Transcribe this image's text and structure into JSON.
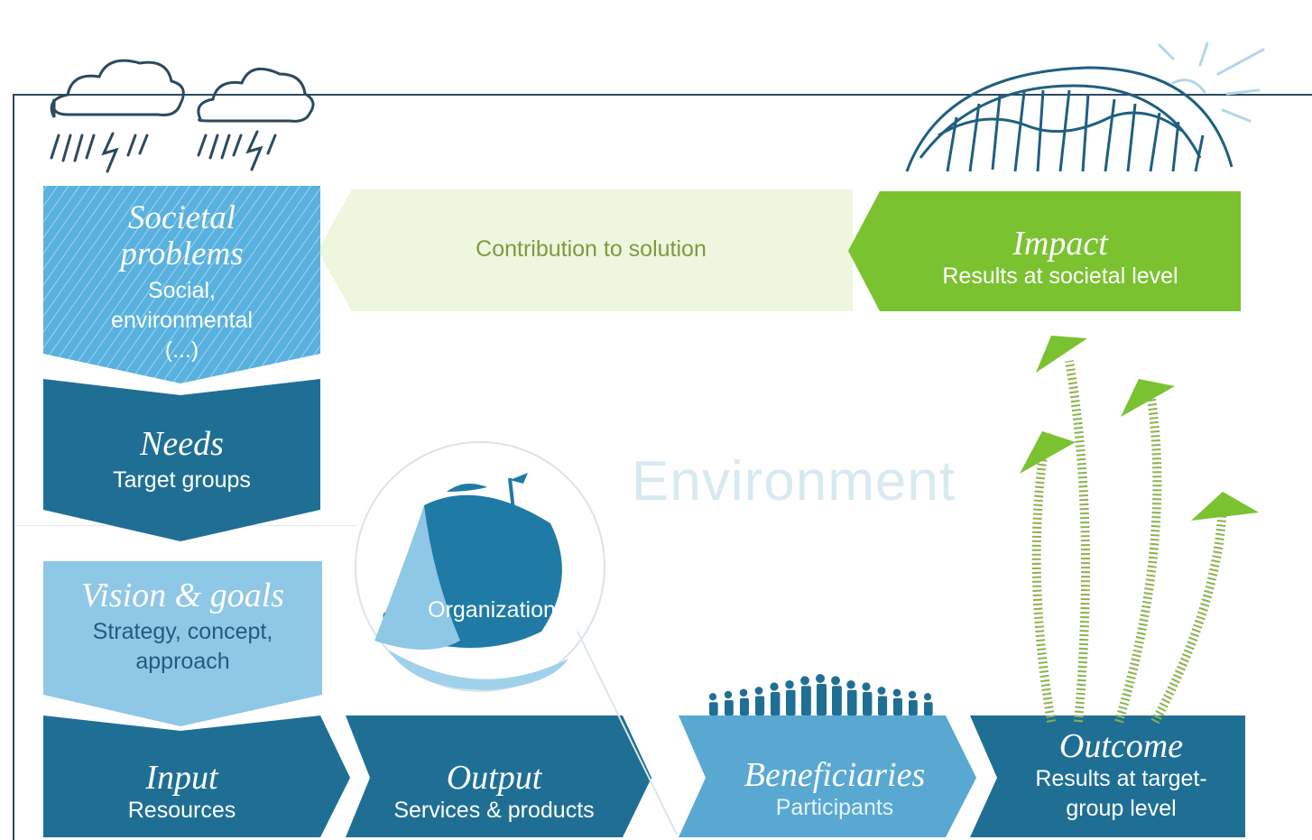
{
  "environment_label": "Environment",
  "contribution_label": "Contribution to solution",
  "organization_label": "Organization",
  "societal_problems": {
    "title": "Societal problems",
    "line1": "Social,",
    "line2": "environmental",
    "line3": "(...)"
  },
  "needs": {
    "title": "Needs",
    "subtitle": "Target groups"
  },
  "vision": {
    "title": "Vision & goals",
    "line1": "Strategy, concept,",
    "line2": "approach"
  },
  "input": {
    "title": "Input",
    "subtitle": "Resources"
  },
  "output": {
    "title": "Output",
    "subtitle": "Services & products"
  },
  "beneficiaries": {
    "title": "Beneficiaries",
    "subtitle": "Participants"
  },
  "outcome": {
    "title": "Outcome",
    "line1": "Results at target-",
    "line2": "group level"
  },
  "impact": {
    "title": "Impact",
    "subtitle": "Results at societal level"
  },
  "colors": {
    "dark_teal": "#1f6f95",
    "mid_blue": "#3d93bf",
    "light_blue": "#8fc7e6",
    "sky_blue": "#58b1de",
    "green": "#7bc230",
    "pale_green": "#eef6dd",
    "frame": "#2c4a5e"
  },
  "icons": [
    "storm-cloud-icon",
    "storm-cloud-icon",
    "globe-sketch-icon",
    "sun-icon",
    "sailing-ship-icon",
    "people-crowd-icon",
    "rising-arrow-icon"
  ]
}
